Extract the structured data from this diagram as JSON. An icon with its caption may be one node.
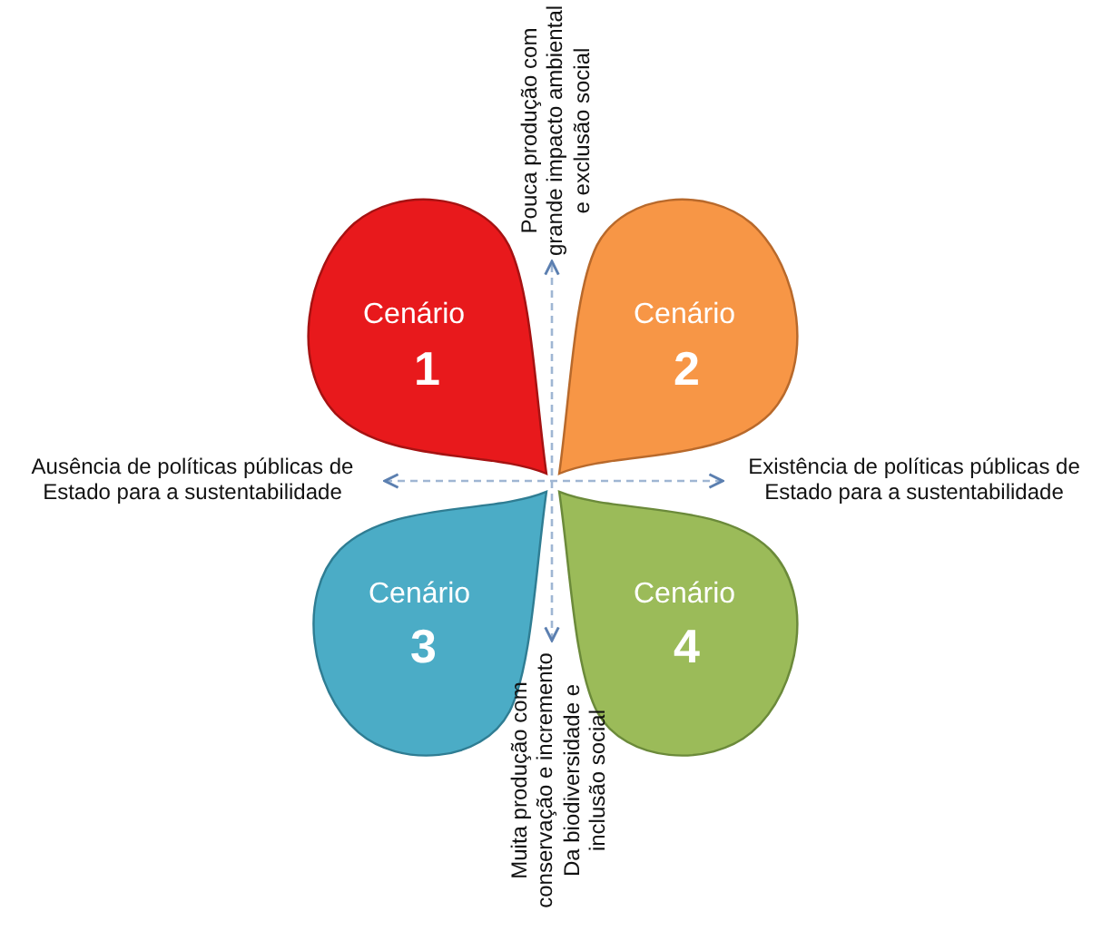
{
  "diagram": {
    "nodes": [
      {
        "text": [
          "Pouca produção com grande impacto ambiental e exclusão social"
        ]
      },
      {
        "text": [
          "Cenário",
          "1"
        ]
      },
      {
        "text": [
          "Cenário",
          "2"
        ]
      },
      {
        "text": [
          "Ausência de políticas públicas de Estado para a sustentabilidade"
        ]
      },
      {
        "text": [
          "Existência de políticas públicas de Estado para a sustentabilidade"
        ]
      },
      {
        "text": [
          "Cenário",
          "3"
        ]
      },
      {
        "text": [
          "Cenário",
          "4"
        ]
      },
      {
        "text": [
          "Muita produção com conservação e incremento Da biodiversidade e inclusão social"
        ]
      }
    ],
    "edges": [
      {
        "from": 7,
        "to": 0,
        "arrow": "both",
        "style": "dashed"
      },
      {
        "from": 3,
        "to": 4,
        "arrow": "both",
        "style": "dashed"
      }
    ]
  }
}
